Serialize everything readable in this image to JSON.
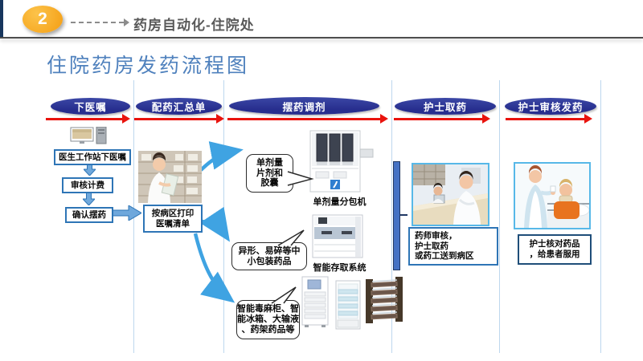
{
  "header": {
    "badge": "2",
    "title": "药房自动化-住院处"
  },
  "page_title": "住院药房发药流程图",
  "stages": [
    {
      "label": "下医嘱"
    },
    {
      "label": "配药汇总单"
    },
    {
      "label": "摆药调剂"
    },
    {
      "label": "护士取药"
    },
    {
      "label": "护士审核发药"
    }
  ],
  "order_flow": {
    "icon": "computer-workstation-icon",
    "steps": [
      {
        "label": "医生工作站下医嘱"
      },
      {
        "label": "审核计费"
      },
      {
        "label": "确认摆药"
      }
    ]
  },
  "summary": {
    "photo": "pharmacist-at-shelves",
    "note": "按病区打印\n医嘱清单"
  },
  "dispensing": {
    "callouts": [
      {
        "text": "单剂量\n片剂和\n胶囊"
      },
      {
        "text": "异形、易碎等中\n小包装药品"
      },
      {
        "text": "智能毒麻柜、智\n能冰箱、大输液\n、药架药品等"
      }
    ],
    "machines": [
      {
        "label": "单剂量分包机"
      },
      {
        "label": "智能存取系统"
      }
    ]
  },
  "nurse_pickup": {
    "photo": "nurse-station",
    "note": "药师审核，\n护士取药\n或药工送到病区"
  },
  "nurse_dispense": {
    "photo": "nurse-with-patient",
    "note": "护士核对药品\n，给患者服用"
  },
  "colors": {
    "stage_oval": "#2e3192",
    "arrow_red": "#e9130d",
    "box_border": "#2e75b6",
    "flow_arrow_blue": "#3fa3e2",
    "title_blue": "#4f81bd",
    "badge_orange": "#f49d12",
    "divider": "#bdd7ee"
  }
}
